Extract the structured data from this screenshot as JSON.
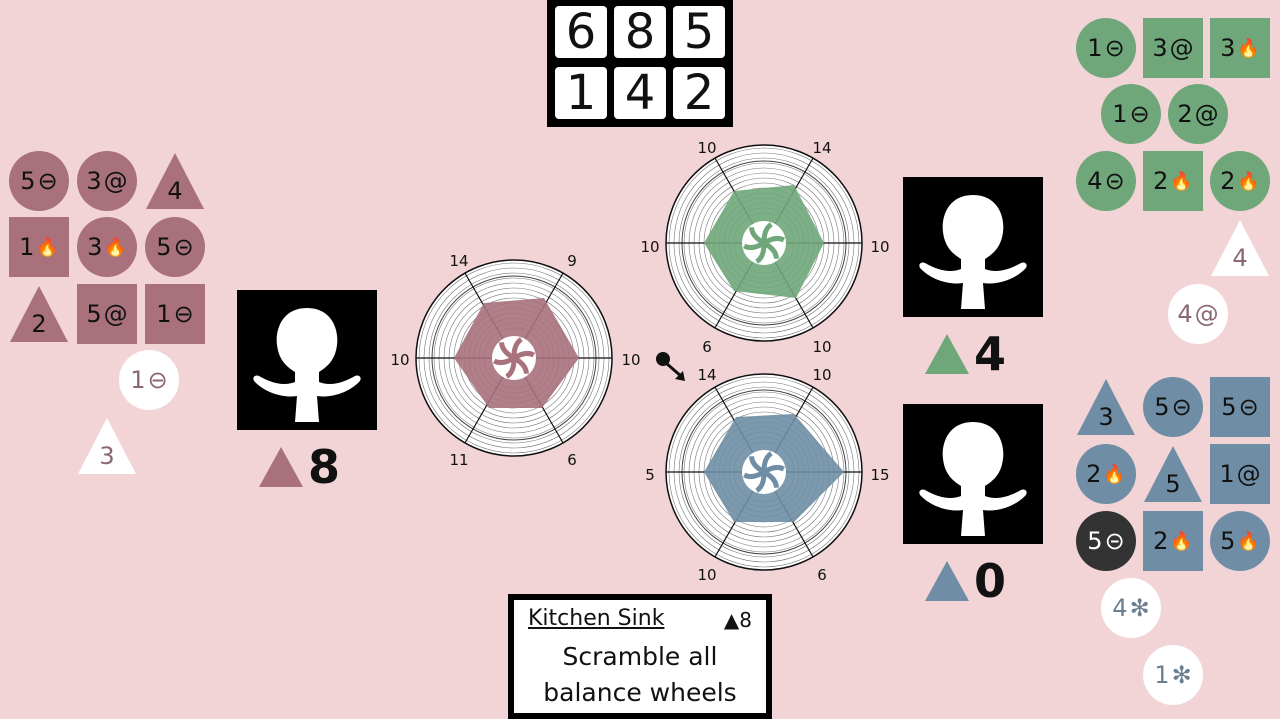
{
  "counter": {
    "top": [
      "6",
      "8",
      "5"
    ],
    "bottom": [
      "1",
      "4",
      "2"
    ]
  },
  "card": {
    "title": "Kitchen Sink",
    "cost": "8",
    "text_line1": "Scramble all",
    "text_line2": "balance wheels"
  },
  "colors": {
    "background": "#f2d4d6",
    "player_maroon": "#a8717c",
    "player_green": "#6fa77a",
    "player_blue": "#6f8ea5"
  },
  "players": {
    "left": {
      "score": "8"
    },
    "green": {
      "score": "4"
    },
    "blue": {
      "score": "0"
    }
  },
  "dials": {
    "left": {
      "labels": [
        "14",
        "9",
        "10",
        "6",
        "11",
        "10"
      ]
    },
    "green": {
      "labels": [
        "10",
        "14",
        "10",
        "10",
        "6",
        "10"
      ]
    },
    "blue": {
      "labels": [
        "14",
        "10",
        "5",
        "15",
        "10",
        "6"
      ]
    }
  },
  "tokens": {
    "left": [
      {
        "v": "5",
        "icon": "minus-circle-icon",
        "glyph": "⊖",
        "shape": "circle"
      },
      {
        "v": "3",
        "icon": "spiral-icon",
        "glyph": "@",
        "shape": "circle"
      },
      {
        "v": "4",
        "icon": "",
        "glyph": "",
        "shape": "triangle"
      },
      {
        "v": "1",
        "icon": "flame-icon",
        "glyph": "🔥",
        "shape": "square"
      },
      {
        "v": "3",
        "icon": "flame-icon",
        "glyph": "🔥",
        "shape": "circle"
      },
      {
        "v": "5",
        "icon": "wave-circle-icon",
        "glyph": "⊝",
        "shape": "circle"
      },
      {
        "v": "2",
        "icon": "",
        "glyph": "",
        "shape": "triangle"
      },
      {
        "v": "5",
        "icon": "spiral-icon",
        "glyph": "@",
        "shape": "square"
      },
      {
        "v": "1",
        "icon": "minus-circle-icon",
        "glyph": "⊖",
        "shape": "square"
      },
      {
        "v": "1",
        "icon": "minus-circle-icon",
        "glyph": "⊖",
        "shape": "white-circle"
      },
      {
        "v": "3",
        "icon": "",
        "glyph": "",
        "shape": "white-triangle"
      }
    ],
    "green": [
      {
        "v": "1",
        "icon": "wave-circle-icon",
        "glyph": "⊝",
        "shape": "circle"
      },
      {
        "v": "3",
        "icon": "spiral-icon",
        "glyph": "@",
        "shape": "square"
      },
      {
        "v": "3",
        "icon": "flame-icon",
        "glyph": "🔥",
        "shape": "square"
      },
      {
        "v": "1",
        "icon": "minus-circle-icon",
        "glyph": "⊖",
        "shape": "circle"
      },
      {
        "v": "2",
        "icon": "spiral-icon",
        "glyph": "@",
        "shape": "circle"
      },
      {
        "v": "4",
        "icon": "wave-circle-icon",
        "glyph": "⊝",
        "shape": "circle"
      },
      {
        "v": "2",
        "icon": "flame-icon",
        "glyph": "🔥",
        "shape": "square"
      },
      {
        "v": "2",
        "icon": "flame-icon",
        "glyph": "🔥",
        "shape": "circle"
      },
      {
        "v": "4",
        "icon": "",
        "glyph": "",
        "shape": "white-triangle"
      },
      {
        "v": "4",
        "icon": "spiral-icon",
        "glyph": "@",
        "shape": "white-circle"
      }
    ],
    "blue": [
      {
        "v": "3",
        "icon": "",
        "glyph": "",
        "shape": "triangle"
      },
      {
        "v": "5",
        "icon": "wave-circle-icon",
        "glyph": "⊝",
        "shape": "circle"
      },
      {
        "v": "5",
        "icon": "wave-circle-icon",
        "glyph": "⊝",
        "shape": "square"
      },
      {
        "v": "2",
        "icon": "flame-icon",
        "glyph": "🔥",
        "shape": "circle"
      },
      {
        "v": "5",
        "icon": "",
        "glyph": "",
        "shape": "triangle"
      },
      {
        "v": "1",
        "icon": "spiral-icon",
        "glyph": "@",
        "shape": "square"
      },
      {
        "v": "5",
        "icon": "wave-circle-icon",
        "glyph": "⊝",
        "shape": "dark-circle"
      },
      {
        "v": "2",
        "icon": "flame-icon",
        "glyph": "🔥",
        "shape": "square"
      },
      {
        "v": "5",
        "icon": "flame-icon",
        "glyph": "🔥",
        "shape": "circle"
      },
      {
        "v": "4",
        "icon": "snowflake-icon",
        "glyph": "✻",
        "shape": "white-circle"
      },
      {
        "v": "1",
        "icon": "snowflake-icon",
        "glyph": "✻",
        "shape": "white-circle"
      }
    ]
  }
}
